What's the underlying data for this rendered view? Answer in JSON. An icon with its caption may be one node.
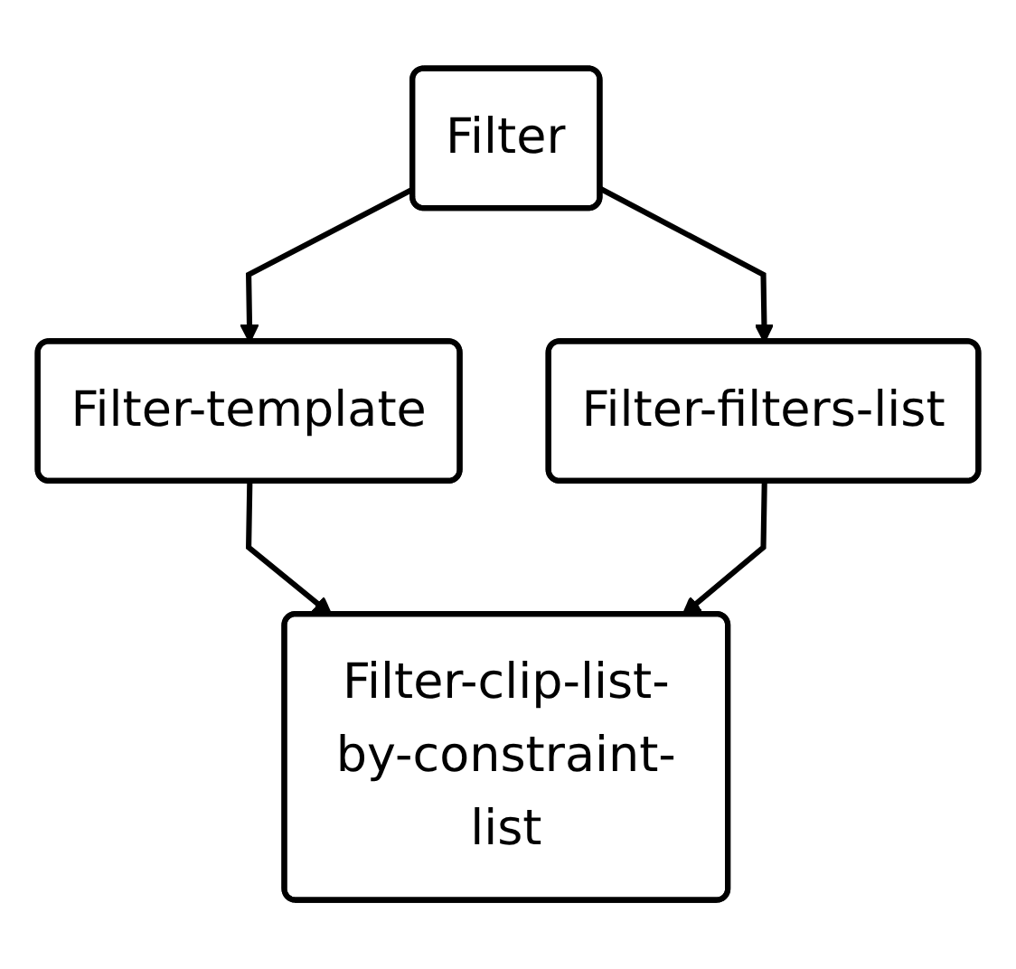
{
  "diagram": {
    "nodes": [
      {
        "text": [
          "Filter"
        ]
      },
      {
        "text": [
          "Filter-template"
        ]
      },
      {
        "text": [
          "Filter-filters-list"
        ]
      },
      {
        "text": [
          "Filter-clip-list-by-constraint-list"
        ]
      }
    ],
    "edges": [
      {
        "from": 0,
        "to": 1,
        "arrow": "to"
      },
      {
        "from": 0,
        "to": 2,
        "arrow": "to"
      },
      {
        "from": 1,
        "to": 3,
        "arrow": "to"
      },
      {
        "from": 2,
        "to": 3,
        "arrow": "to"
      }
    ]
  }
}
